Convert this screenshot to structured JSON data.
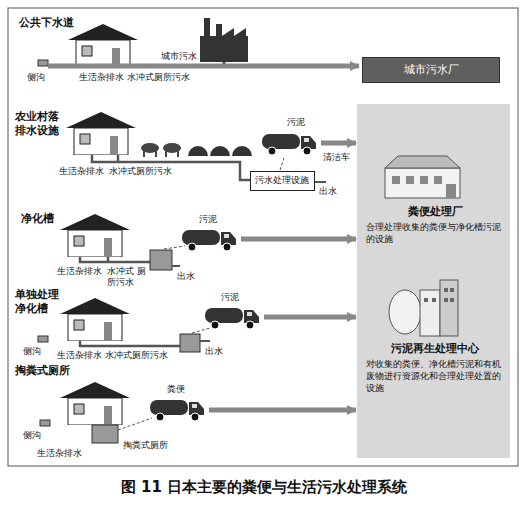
{
  "diagram": {
    "caption": "图 11 日本主要的粪便与生活污水处理系统",
    "nodes": [
      {
        "text": [
          "城市污水厂"
        ]
      },
      {
        "text": [
          "污水处理设施"
        ]
      },
      {
        "text": [
          "粪便处理厂",
          "合理处理收集的粪便与净化槽污泥的设施"
        ]
      },
      {
        "text": [
          "污泥再生处理中心",
          "对收集的粪便、净化槽污泥和有机废物进行资源化和合理处理处置的设施"
        ]
      }
    ],
    "labels": [
      "公共下水道",
      "侧沟",
      "生活杂排水",
      "水冲式厕所污水",
      "城市污水",
      "农业村落 排水设施",
      "生活杂排水",
      "水冲式厕所污水",
      "污泥",
      "清洁车",
      "出水",
      "净化槽",
      "污泥",
      "生活杂排水",
      "水冲式 厕所污水",
      "出水",
      "单独处理 净化槽",
      "侧沟",
      "污泥",
      "生活杂排水",
      "水冲式厕所污水",
      "出水",
      "掏粪式厕所",
      "粪便",
      "侧沟",
      "生活杂排水",
      "掏粪式厕所"
    ]
  }
}
